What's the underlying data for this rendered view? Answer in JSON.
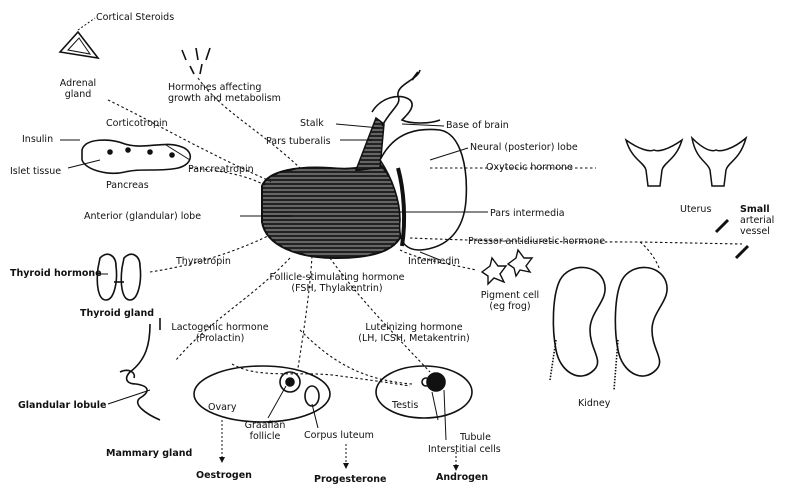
{
  "labels": {
    "cortical_steroids": "Cortical Steroids",
    "adrenal_gland_1": "Adrenal",
    "adrenal_gland_2": "gland",
    "hormones_growth_1": "Hormones affecting",
    "hormones_growth_2": "growth and metabolism",
    "insulin": "Insulin",
    "corticotropin": "Corticotropin",
    "islet_tissue": "Islet tissue",
    "pancreas": "Pancreas",
    "pancreatropin": "Pancreatropin",
    "stalk": "Stalk",
    "pars_tuberalis": "Pars tuberalis",
    "base_of_brain": "Base of brain",
    "neural_lobe": "Neural (posterior) lobe",
    "oxytocic_hormone": "Oxytocic hormone",
    "uterus": "Uterus",
    "anterior_lobe": "Anterior (glandular) lobe",
    "pars_intermedia": "Pars intermedia",
    "small_vessel_1": "Small",
    "small_vessel_2": "arterial",
    "small_vessel_3": "vessel",
    "pressor_hormone": "Pressor-antidiuretic hormone",
    "thyroid_hormone": "Thyroid hormone",
    "thyrotropin": "Thyrotropin",
    "intermedin": "Intermedin",
    "pigment_cell_1": "Pigment cell",
    "pigment_cell_2": "(eg frog)",
    "fsh_1": "Follicle-stimulating hormone",
    "fsh_2": "(FSH, Thylakentrin)",
    "thyroid_gland": "Thyroid gland",
    "lactogenic_1": "Lactogenic hormone",
    "lactogenic_2": "(Prolactin)",
    "lh_1": "Luteinizing hormone",
    "lh_2": "(LH, ICSH, Metakentrin)",
    "kidney": "Kidney",
    "ovary": "Ovary",
    "testis": "Testis",
    "glandular_lobule": "Glandular lobule",
    "graafian_1": "Graafian",
    "graafian_2": "follicle",
    "corpus_luteum": "Corpus luteum",
    "tubule": "Tubule",
    "interstitial": "Interstitial cells",
    "mammary_gland": "Mammary gland",
    "oestrogen": "Oestrogen",
    "progesterone": "Progesterone",
    "androgen": "Androgen"
  }
}
